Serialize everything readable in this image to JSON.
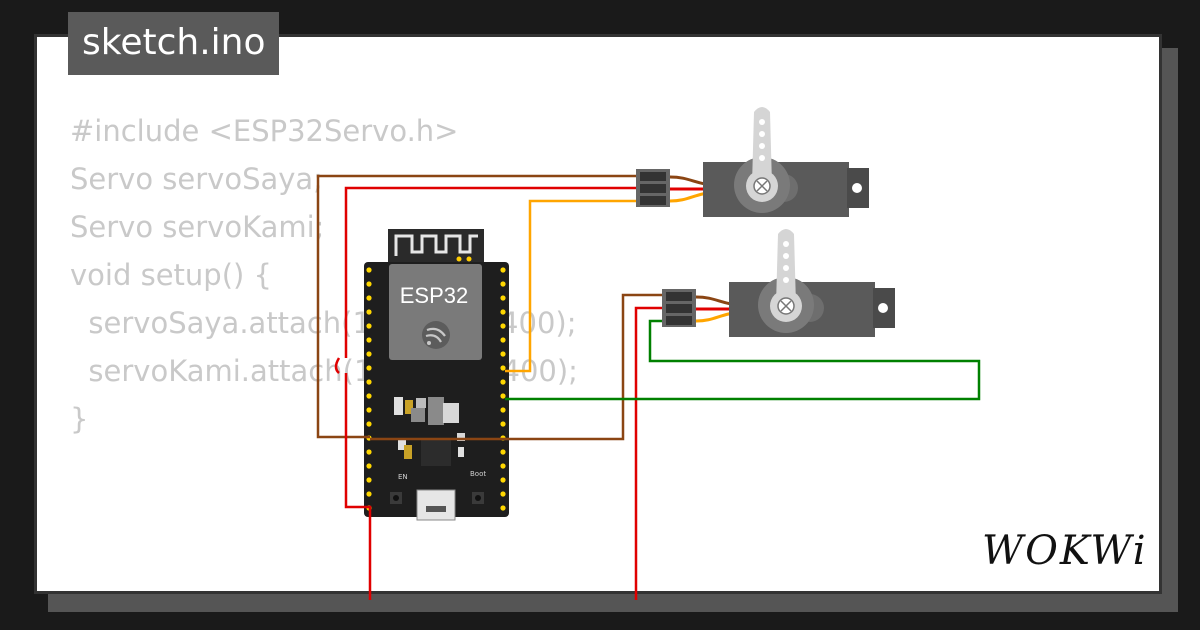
{
  "tab": {
    "filename": "sketch.ino"
  },
  "code": {
    "lines": [
      "#include <ESP32Servo.h>",
      "",
      "Servo servoSaya;",
      "Servo servoKami;",
      "",
      "void setup() {",
      "  servoSaya.attach(12, 500, 2400);",
      "  servoKami.attach(13, 500, 2400);",
      "",
      "",
      "}"
    ]
  },
  "board": {
    "label": "ESP32",
    "boot_label": "Boot",
    "en_label": "EN"
  },
  "brand": {
    "logo_text": "WOKWi"
  },
  "wires": {
    "brown": "#8b4513",
    "red": "#e00000",
    "orange": "#ffa500",
    "green": "#008000"
  },
  "colors": {
    "background": "#1a1a1a",
    "card": "#ffffff",
    "tab": "#5a5a5a"
  }
}
